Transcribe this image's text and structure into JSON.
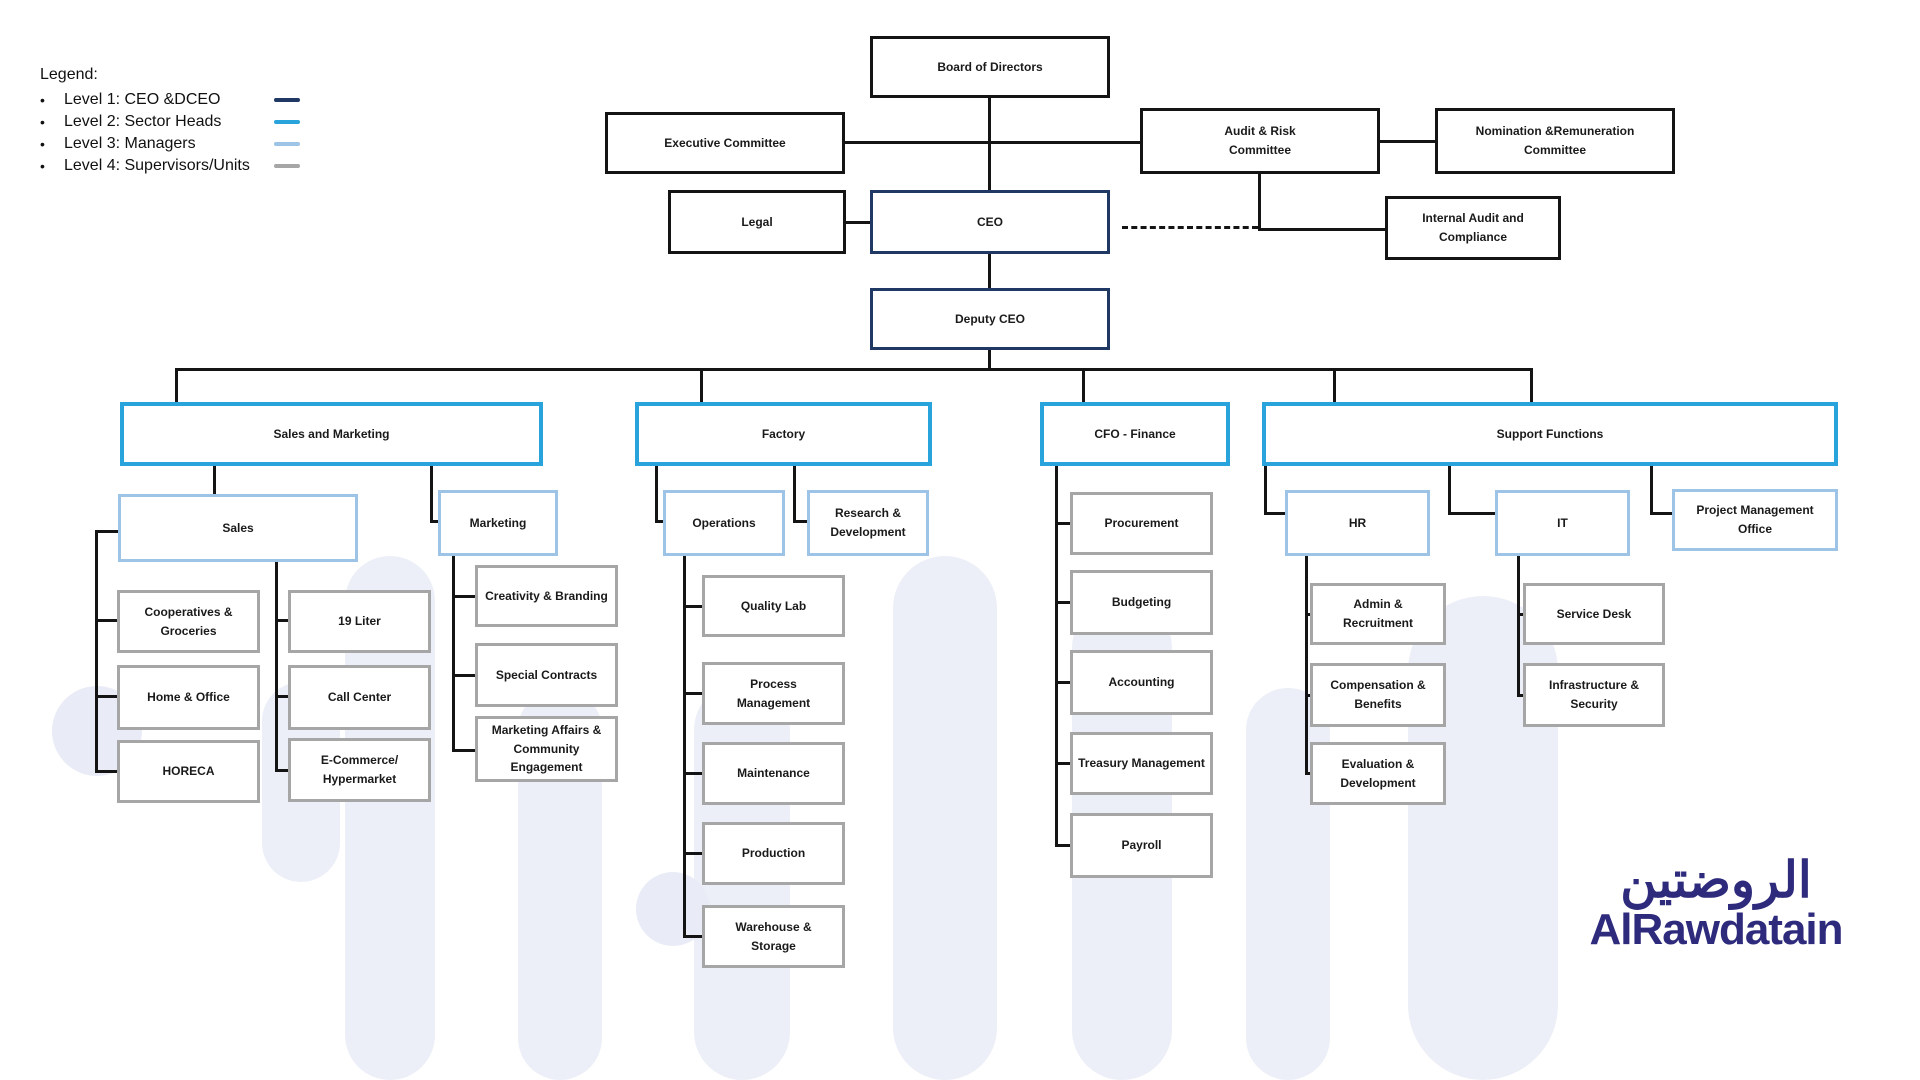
{
  "legend": {
    "title": "Legend:",
    "items": [
      {
        "label": "Level 1: CEO &DCEO",
        "color": "#1f3864"
      },
      {
        "label": "Level 2: Sector Heads",
        "color": "#29a3dc"
      },
      {
        "label": "Level 3: Managers",
        "color": "#9dc3e6"
      },
      {
        "label": "Level 4: Supervisors/Units",
        "color": "#a6a6a6"
      }
    ]
  },
  "level_colors": {
    "l0": "#141414",
    "l1": "#1f3864",
    "l2": "#29a3dc",
    "l3": "#9dc3e6",
    "l4": "#a6a6a6"
  },
  "nodes": {
    "board": {
      "label": "Board of Directors",
      "level": 0
    },
    "exec_committee": {
      "label": "Executive Committee",
      "level": 0
    },
    "audit_risk": {
      "label": "Audit & Risk\nCommittee",
      "level": 0
    },
    "nomination": {
      "label": "Nomination &Remuneration\nCommittee",
      "level": 0
    },
    "legal": {
      "label": "Legal",
      "level": 0
    },
    "ceo": {
      "label": "CEO",
      "level": 1
    },
    "internal_audit": {
      "label": "Internal Audit and\nCompliance",
      "level": 0
    },
    "deputy_ceo": {
      "label": "Deputy CEO",
      "level": 1
    },
    "sales_marketing": {
      "label": "Sales and Marketing",
      "level": 2
    },
    "factory": {
      "label": "Factory",
      "level": 2
    },
    "cfo_finance": {
      "label": "CFO - Finance",
      "level": 2
    },
    "support_functions": {
      "label": "Support  Functions",
      "level": 2
    },
    "sales": {
      "label": "Sales",
      "level": 3
    },
    "marketing": {
      "label": "Marketing",
      "level": 3
    },
    "operations": {
      "label": "Operations",
      "level": 3
    },
    "rnd": {
      "label": "Research &\nDevelopment",
      "level": 3
    },
    "hr": {
      "label": "HR",
      "level": 3
    },
    "it": {
      "label": "IT",
      "level": 3
    },
    "pmo": {
      "label": "Project Management\nOffice",
      "level": 3
    },
    "coop": {
      "label": "Cooperatives &\nGroceries",
      "level": 4
    },
    "liter19": {
      "label": "19 Liter",
      "level": 4
    },
    "home_office": {
      "label": "Home & Office",
      "level": 4
    },
    "call_center": {
      "label": "Call Center",
      "level": 4
    },
    "horeca": {
      "label": "HORECA",
      "level": 4
    },
    "ecommerce": {
      "label": "E-Commerce/\nHypermarket",
      "level": 4
    },
    "creativity": {
      "label": "Creativity & Branding",
      "level": 4
    },
    "special_contracts": {
      "label": "Special Contracts",
      "level": 4
    },
    "marketing_affairs": {
      "label": "Marketing Affairs &\nCommunity\nEngagement",
      "level": 4
    },
    "quality_lab": {
      "label": "Quality Lab",
      "level": 4
    },
    "process_mgmt": {
      "label": "Process\nManagement",
      "level": 4
    },
    "maintenance": {
      "label": "Maintenance",
      "level": 4
    },
    "production": {
      "label": "Production",
      "level": 4
    },
    "warehouse": {
      "label": "Warehouse &\nStorage",
      "level": 4
    },
    "procurement": {
      "label": "Procurement",
      "level": 4
    },
    "budgeting": {
      "label": "Budgeting",
      "level": 4
    },
    "accounting": {
      "label": "Accounting",
      "level": 4
    },
    "treasury": {
      "label": "Treasury Management",
      "level": 4
    },
    "payroll": {
      "label": "Payroll",
      "level": 4
    },
    "admin_recruitment": {
      "label": "Admin & Recruitment",
      "level": 4
    },
    "compensation": {
      "label": "Compensation &\nBenefits",
      "level": 4
    },
    "evaluation": {
      "label": "Evaluation &\nDevelopment",
      "level": 4
    },
    "service_desk": {
      "label": "Service Desk",
      "level": 4
    },
    "infrastructure": {
      "label": "Infrastructure &\nSecurity",
      "level": 4
    }
  },
  "logo": {
    "arabic": "الروضتين",
    "latin": "AlRawdatain",
    "color": "#2e2a7c"
  }
}
